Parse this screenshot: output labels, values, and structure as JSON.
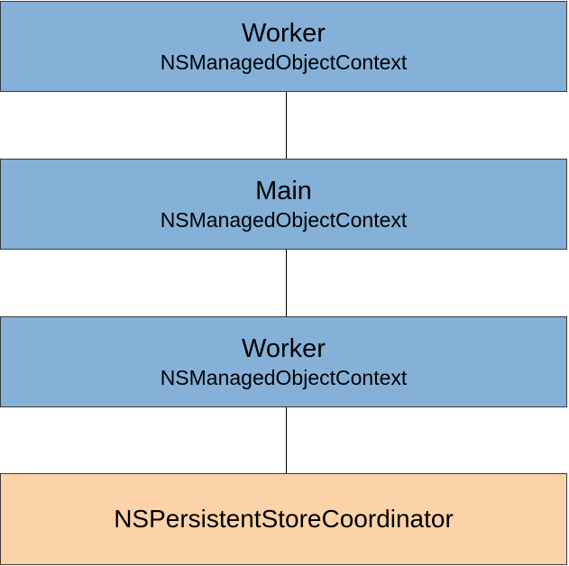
{
  "colors": {
    "context_fill": "#85b0d8",
    "coordinator_fill": "#fcd3a8",
    "border": "#3a3a3a",
    "connector": "#000000"
  },
  "nodes": [
    {
      "title": "Worker",
      "subtitle": "NSManagedObjectContext"
    },
    {
      "title": "Main",
      "subtitle": "NSManagedObjectContext"
    },
    {
      "title": "Worker",
      "subtitle": "NSManagedObjectContext"
    },
    {
      "title": "NSPersistentStoreCoordinator"
    }
  ]
}
